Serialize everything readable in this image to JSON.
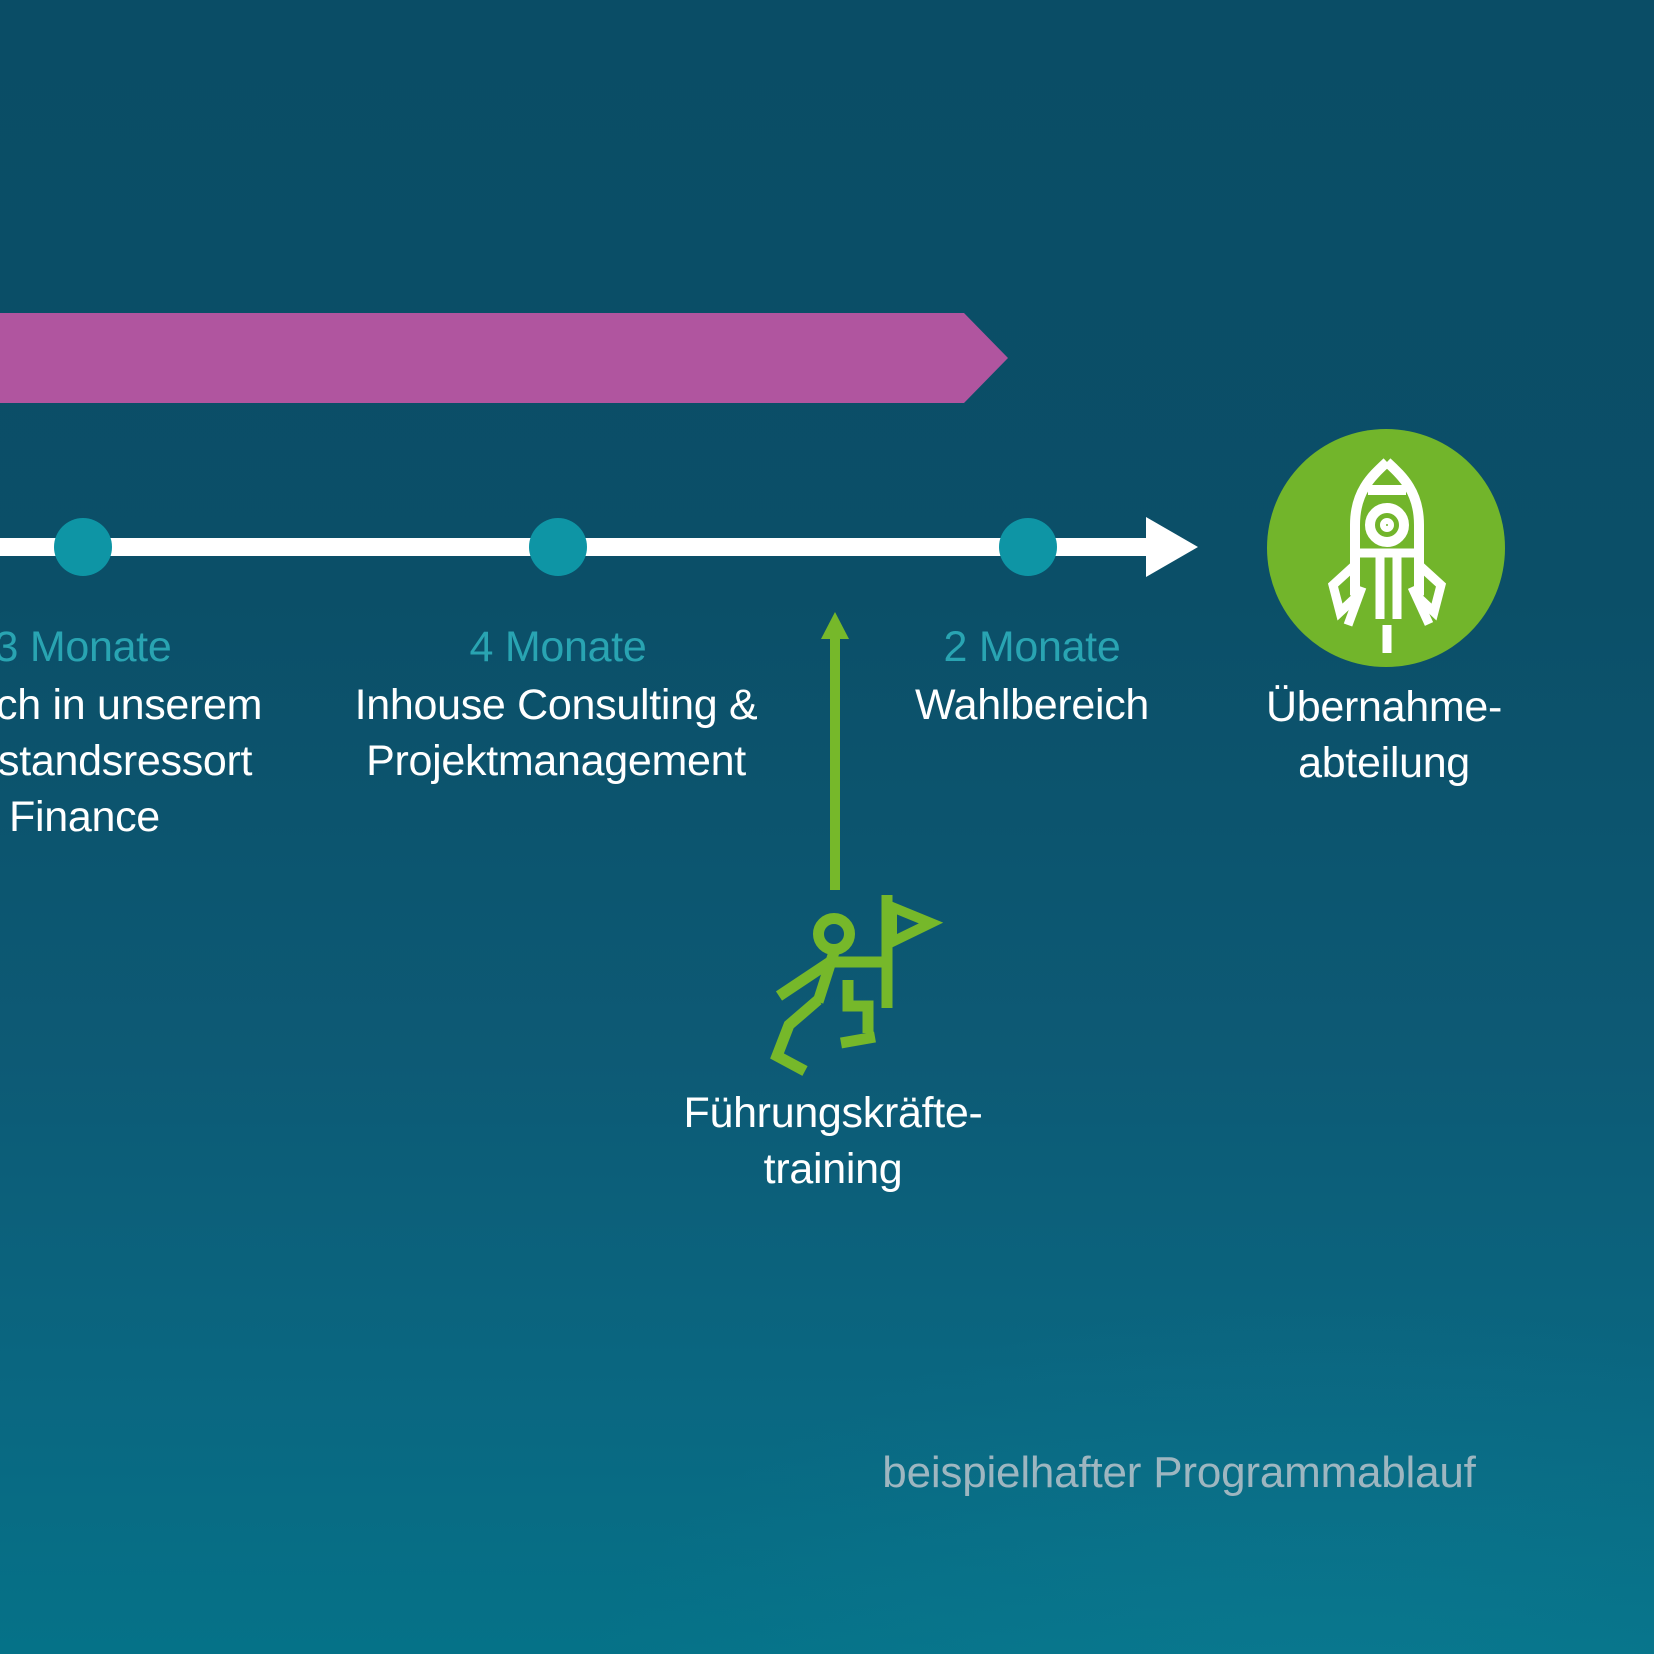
{
  "colors": {
    "background_top": "#0a4d66",
    "background_bottom": "#057288",
    "magenta_accent": "#b0559f",
    "teal_dot": "#0e95a5",
    "teal_text": "#29a4b2",
    "green_accent": "#76b82a",
    "white": "#ffffff",
    "caption_gray": "#9eb6c0"
  },
  "timeline": {
    "milestone1": {
      "duration": "3 Monate",
      "line1": "ch in unserem",
      "line2": "standsressort",
      "line3": "Finance"
    },
    "milestone2": {
      "duration": "4 Monate",
      "line1": "Inhouse Consulting &",
      "line2": "Projektmanagement"
    },
    "milestone3": {
      "duration": "2 Monate",
      "line1": "Wahlbereich"
    },
    "destination": {
      "line1": "Übernahme-",
      "line2": "abteilung",
      "icon": "rocket-icon"
    }
  },
  "training": {
    "line1": "Führungskräfte-",
    "line2": "training",
    "icon": "person-with-flag-icon"
  },
  "caption": "beispielhafter Programmablauf"
}
